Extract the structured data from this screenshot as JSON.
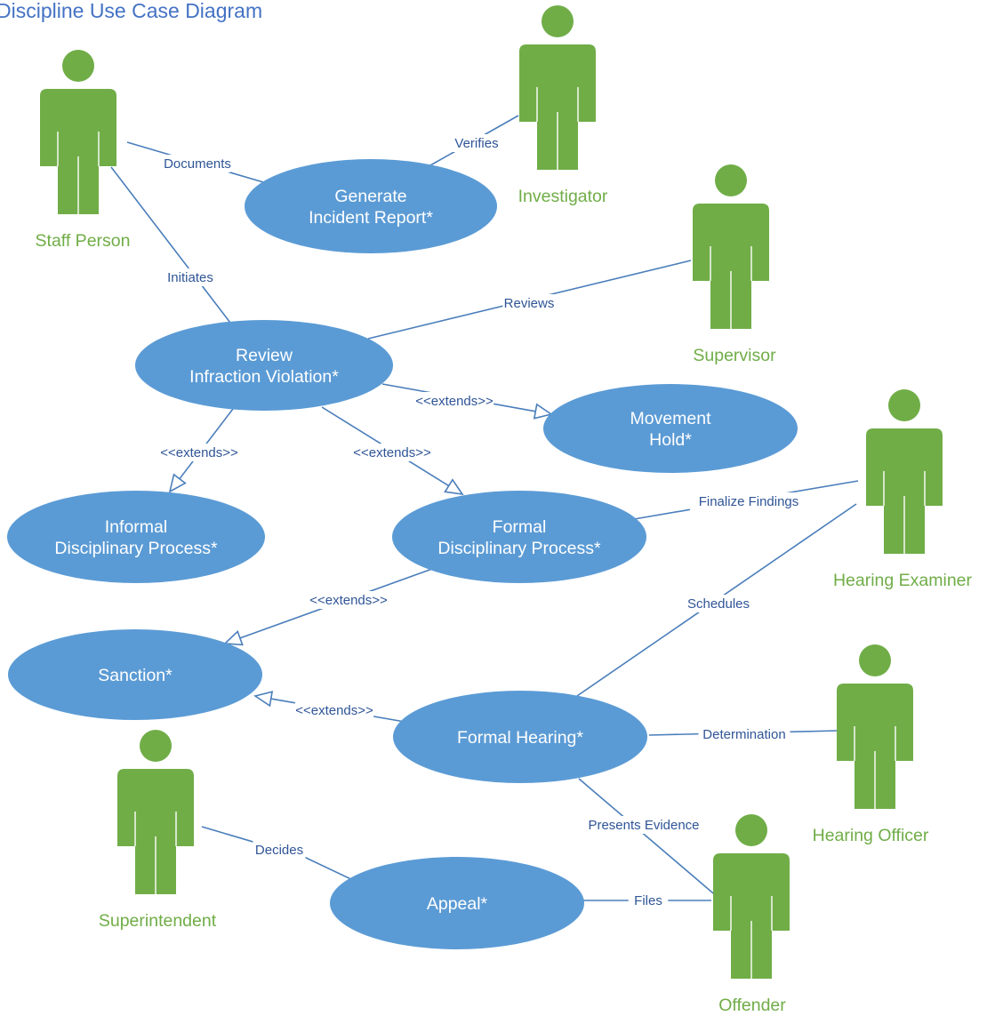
{
  "title": "Discipline Use Case Diagram",
  "colors": {
    "use_case_fill": "#5b9bd5",
    "use_case_text": "#ffffff",
    "actor": "#70ad47",
    "connector": "#4a7ebb",
    "connector_label": "#2f5597",
    "title": "#4472c4"
  },
  "actors": [
    {
      "id": "staff_person",
      "name": "Staff Person",
      "icon": "person-icon"
    },
    {
      "id": "investigator",
      "name": "Investigator",
      "icon": "person-icon"
    },
    {
      "id": "supervisor",
      "name": "Supervisor",
      "icon": "person-icon"
    },
    {
      "id": "hearing_examiner",
      "name": "Hearing Examiner",
      "icon": "person-icon"
    },
    {
      "id": "hearing_officer",
      "name": "Hearing Officer",
      "icon": "person-icon"
    },
    {
      "id": "superintendent",
      "name": "Superintendent",
      "icon": "person-icon"
    },
    {
      "id": "offender",
      "name": "Offender",
      "icon": "person-icon"
    }
  ],
  "use_cases": [
    {
      "id": "generate_incident_report",
      "lines": [
        "Generate",
        "Incident Report*"
      ]
    },
    {
      "id": "review_infraction_violation",
      "lines": [
        "Review",
        "Infraction Violation*"
      ]
    },
    {
      "id": "movement_hold",
      "lines": [
        "Movement",
        "Hold*"
      ]
    },
    {
      "id": "informal_disciplinary_process",
      "lines": [
        "Informal",
        "Disciplinary Process*"
      ]
    },
    {
      "id": "formal_disciplinary_process",
      "lines": [
        "Formal",
        "Disciplinary Process*"
      ]
    },
    {
      "id": "sanction",
      "lines": [
        "Sanction*"
      ]
    },
    {
      "id": "formal_hearing",
      "lines": [
        "Formal Hearing*"
      ]
    },
    {
      "id": "appeal",
      "lines": [
        "Appeal*"
      ]
    }
  ],
  "associations": [
    {
      "id": "documents",
      "from": "staff_person",
      "to": "generate_incident_report",
      "label": "Documents"
    },
    {
      "id": "verifies",
      "from": "investigator",
      "to": "generate_incident_report",
      "label": "Verifies"
    },
    {
      "id": "initiates",
      "from": "staff_person",
      "to": "review_infraction_violation",
      "label": "Initiates"
    },
    {
      "id": "reviews",
      "from": "supervisor",
      "to": "review_infraction_violation",
      "label": "Reviews"
    },
    {
      "id": "finalize_findings",
      "from": "hearing_examiner",
      "to": "formal_disciplinary_process",
      "label": "Finalize Findings"
    },
    {
      "id": "schedules",
      "from": "hearing_examiner",
      "to": "formal_hearing",
      "label": "Schedules"
    },
    {
      "id": "determination",
      "from": "hearing_officer",
      "to": "formal_hearing",
      "label": "Determination"
    },
    {
      "id": "presents_evidence",
      "from": "offender",
      "to": "formal_hearing",
      "label": "Presents Evidence"
    },
    {
      "id": "decides",
      "from": "superintendent",
      "to": "appeal",
      "label": "Decides"
    },
    {
      "id": "files",
      "from": "offender",
      "to": "appeal",
      "label": "Files"
    }
  ],
  "extends": [
    {
      "id": "ext_movement_hold",
      "from": "review_infraction_violation",
      "to": "movement_hold",
      "label": "<<extends>>"
    },
    {
      "id": "ext_informal",
      "from": "review_infraction_violation",
      "to": "informal_disciplinary_process",
      "label": "<<extends>>"
    },
    {
      "id": "ext_formal",
      "from": "review_infraction_violation",
      "to": "formal_disciplinary_process",
      "label": "<<extends>>"
    },
    {
      "id": "ext_sanction_from_formal",
      "from": "formal_disciplinary_process",
      "to": "sanction",
      "label": "<<extends>>"
    },
    {
      "id": "ext_sanction_from_hearing",
      "from": "formal_hearing",
      "to": "sanction",
      "label": "<<extends>>"
    }
  ]
}
